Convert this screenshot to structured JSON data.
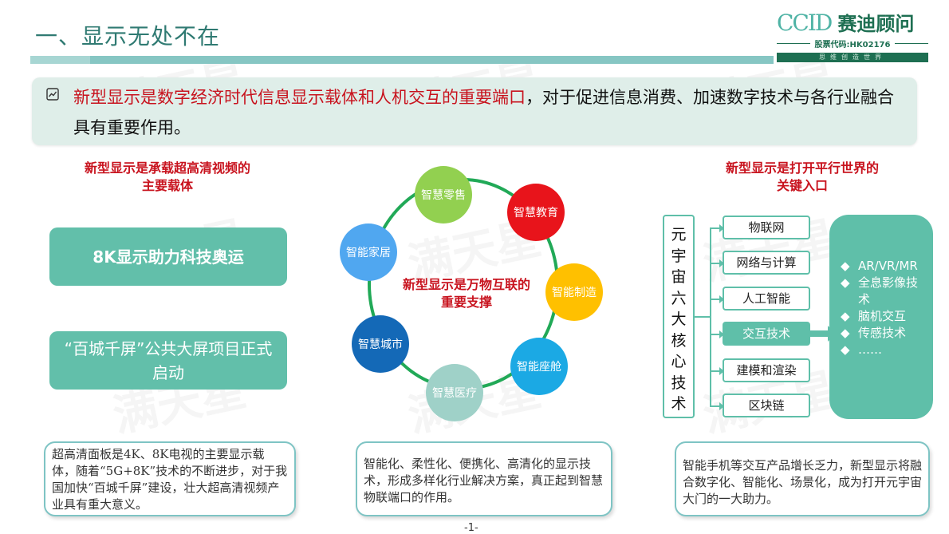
{
  "header": {
    "title": "一、显示无处不在",
    "logo": {
      "brand": "CCID",
      "brand_cn": "赛迪顾问",
      "stock_code": "股票代码:HK02176",
      "slogan": "思维创造世界"
    }
  },
  "banner": {
    "icon": "trend-chart-icon",
    "highlight": "新型显示是数字经济时代信息显示载体和人机交互的重要端口",
    "rest": "，对于促进信息消费、加速数字技术与各行业融合具有重要作用。"
  },
  "left": {
    "heading_line1": "新型显示是承载超高清视频的",
    "heading_line2": "主要载体",
    "box1": "8K显示助力科技奥运",
    "box2": "“百城千屏”公共大屏项目正式启动",
    "note": "超高清面板是4K、8K电视的主要显示载体，随着“5G+8K”技术的不断进步，对于我国加快“百城千屏”建设，壮大超高清视频产业具有重大意义。"
  },
  "middle": {
    "center_line1": "新型显示是万物互联的",
    "center_line2": "重要支撑",
    "bubbles": [
      {
        "label": "智慧零售",
        "color": "#92d050"
      },
      {
        "label": "智慧教育",
        "color": "#e8141b"
      },
      {
        "label": "智能制造",
        "color": "#ffc000"
      },
      {
        "label": "智能座舱",
        "color": "#1ba9e4"
      },
      {
        "label": "智慧医疗",
        "color": "#9fd1c8"
      },
      {
        "label": "智慧城市",
        "color": "#1469b7"
      },
      {
        "label": "智能家居",
        "color": "#50a7f0"
      }
    ],
    "note": "智能化、柔性化、便携化、高清化的显示技术，形成多样化行业解决方案，真正起到智慧物联端口的作用。"
  },
  "right": {
    "heading_line1": "新型显示是打开平行世界的",
    "heading_line2": "关键入口",
    "vertical_label": "元宇宙六大核心技术",
    "techs": [
      "物联网",
      "网络与计算",
      "人工智能",
      "交互技术",
      "建模和渲染",
      "区块链"
    ],
    "active_tech": "交互技术",
    "panel_items": [
      "AR/VR/MR",
      "全息影像技术",
      "脑机交互",
      "传感技术",
      "……"
    ],
    "note": "智能手机等交互产品增长乏力，新型显示将融合数字化、智能化、场景化，成为打开元宇宙大门的一大助力。"
  },
  "footer": {
    "page": "-1-"
  }
}
